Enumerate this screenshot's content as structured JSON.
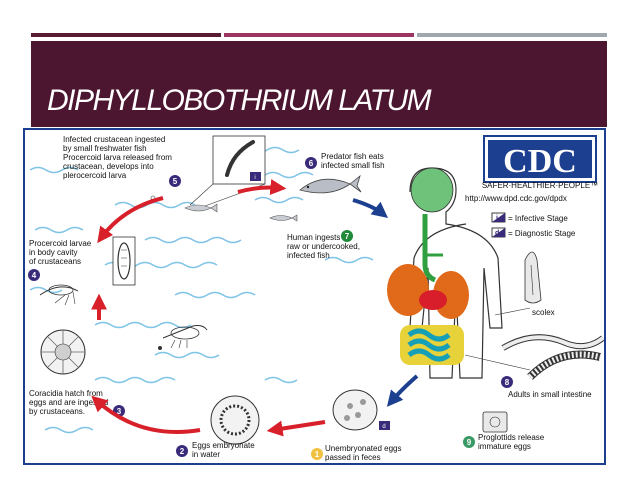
{
  "slide": {
    "title": "DIPHYLLOBOTHRIUM LATUM"
  },
  "diagram": {
    "logo_text": "CDC",
    "logo_tagline": "SAFER·HEALTHIER·PEOPLE™",
    "url": "http://www.dpd.cdc.gov/dpdx",
    "legend": {
      "infective_marker": "i",
      "infective_label": "= Infective Stage",
      "diagnostic_marker": "d",
      "diagnostic_label": "= Diagnostic Stage"
    },
    "stages": [
      {
        "num": "5",
        "lines": [
          "Infected crustacean ingested",
          "by small freshwater fish",
          "Procercoid larva released from",
          "crustacean, develops into",
          "plerocercoid larva"
        ]
      },
      {
        "num": "6",
        "lines": [
          "Predator fish eats",
          "infected small fish"
        ]
      },
      {
        "num": "7",
        "lines": [
          "Human ingests",
          "raw or undercooked,",
          "infected fish"
        ]
      },
      {
        "num": "4",
        "lines": [
          "Procercoid larvae",
          "in body cavity",
          "of crustaceans"
        ]
      },
      {
        "num": "3",
        "lines": [
          "Coracidia hatch from",
          "eggs and are ingested",
          "by crustaceans."
        ]
      },
      {
        "num": "2",
        "lines": [
          "Eggs embryonate",
          "in water"
        ]
      },
      {
        "num": "1",
        "lines": [
          "Unembryonated eggs",
          "passed in feces"
        ]
      },
      {
        "num": "8",
        "lines": [
          "Adults in small intestine"
        ]
      },
      {
        "num": "9",
        "lines": [
          "Proglottids release",
          "immature eggs"
        ]
      }
    ],
    "scolex_label": "scolex",
    "colors": {
      "red_arrow": "#d8202a",
      "blue_arrow": "#1d3f8f",
      "stage_circle": "#3a2a7a",
      "water_wave": "#7fc4e6",
      "frame": "#1b3f8e"
    }
  }
}
